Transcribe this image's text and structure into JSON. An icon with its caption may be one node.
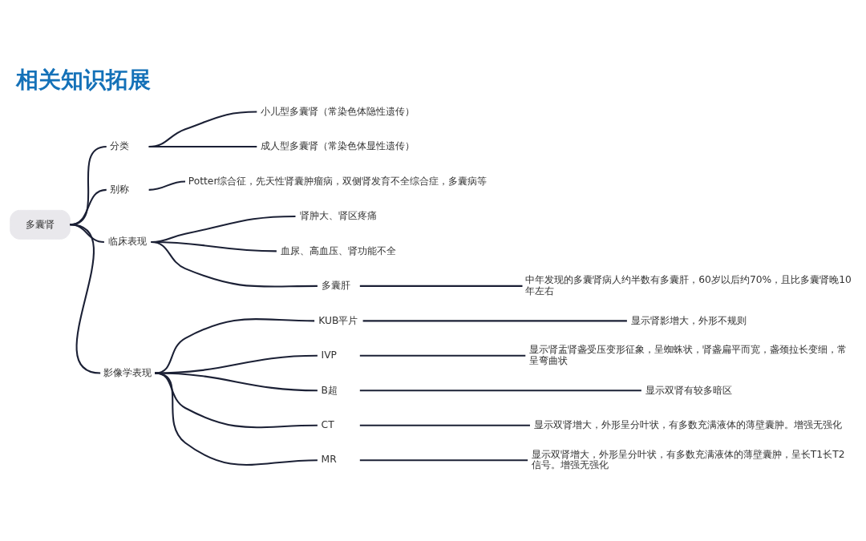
{
  "diagram": {
    "title": "相关知识拓展",
    "nodes": [
      {
        "text": [
          "多囊肾"
        ]
      },
      {
        "text": [
          "分类"
        ]
      },
      {
        "text": [
          "小儿型多囊肾（常染色体隐性遗传）"
        ]
      },
      {
        "text": [
          "成人型多囊肾（常染色体显性遗传）"
        ]
      },
      {
        "text": [
          "别称"
        ]
      },
      {
        "text": [
          "Potter综合征，先天性肾囊肿瘤病，双侧肾发育不全综合症，多囊病等"
        ]
      },
      {
        "text": [
          "临床表现"
        ]
      },
      {
        "text": [
          "肾肿大、肾区疼痛"
        ]
      },
      {
        "text": [
          "血尿、高血压、肾功能不全"
        ]
      },
      {
        "text": [
          "多囊肝"
        ]
      },
      {
        "text": [
          "中年发现的多囊肾病人约半数有多囊肝，60岁以后约70%，且比多囊肾晚10年左右"
        ]
      },
      {
        "text": [
          "影像学表现"
        ]
      },
      {
        "text": [
          "KUB平片"
        ]
      },
      {
        "text": [
          "显示肾影增大，外形不规则"
        ]
      },
      {
        "text": [
          "IVP"
        ]
      },
      {
        "text": [
          "显示肾盂肾盏受压变形征象，呈蜘蛛状，肾盏扁平而宽，盏颈拉长变细，常呈弯曲状"
        ]
      },
      {
        "text": [
          "B超"
        ]
      },
      {
        "text": [
          "显示双肾有较多暗区"
        ]
      },
      {
        "text": [
          "CT"
        ]
      },
      {
        "text": [
          "显示双肾增大，外形呈分叶状，有多数充满液体的薄壁囊肿。增强无强化"
        ]
      },
      {
        "text": [
          "MR"
        ]
      },
      {
        "text": [
          "显示双肾增大，外形呈分叶状，有多数充满液体的薄壁囊肿，呈长T1长T2信号。增强无强化"
        ]
      }
    ],
    "edges": [
      {
        "from": 0,
        "to": 1,
        "arrow": "none"
      },
      {
        "from": 1,
        "to": 2,
        "arrow": "none"
      },
      {
        "from": 1,
        "to": 3,
        "arrow": "none"
      },
      {
        "from": 0,
        "to": 4,
        "arrow": "none"
      },
      {
        "from": 4,
        "to": 5,
        "arrow": "none"
      },
      {
        "from": 0,
        "to": 6,
        "arrow": "none"
      },
      {
        "from": 6,
        "to": 7,
        "arrow": "none"
      },
      {
        "from": 6,
        "to": 8,
        "arrow": "none"
      },
      {
        "from": 6,
        "to": 9,
        "arrow": "none"
      },
      {
        "from": 9,
        "to": 10,
        "arrow": "none"
      },
      {
        "from": 0,
        "to": 11,
        "arrow": "none"
      },
      {
        "from": 11,
        "to": 12,
        "arrow": "none"
      },
      {
        "from": 12,
        "to": 13,
        "arrow": "none"
      },
      {
        "from": 11,
        "to": 14,
        "arrow": "none"
      },
      {
        "from": 14,
        "to": 15,
        "arrow": "none"
      },
      {
        "from": 11,
        "to": 16,
        "arrow": "none"
      },
      {
        "from": 16,
        "to": 17,
        "arrow": "none"
      },
      {
        "from": 11,
        "to": 18,
        "arrow": "none"
      },
      {
        "from": 18,
        "to": 19,
        "arrow": "none"
      },
      {
        "from": 11,
        "to": 20,
        "arrow": "none"
      },
      {
        "from": 20,
        "to": 21,
        "arrow": "none"
      }
    ]
  }
}
